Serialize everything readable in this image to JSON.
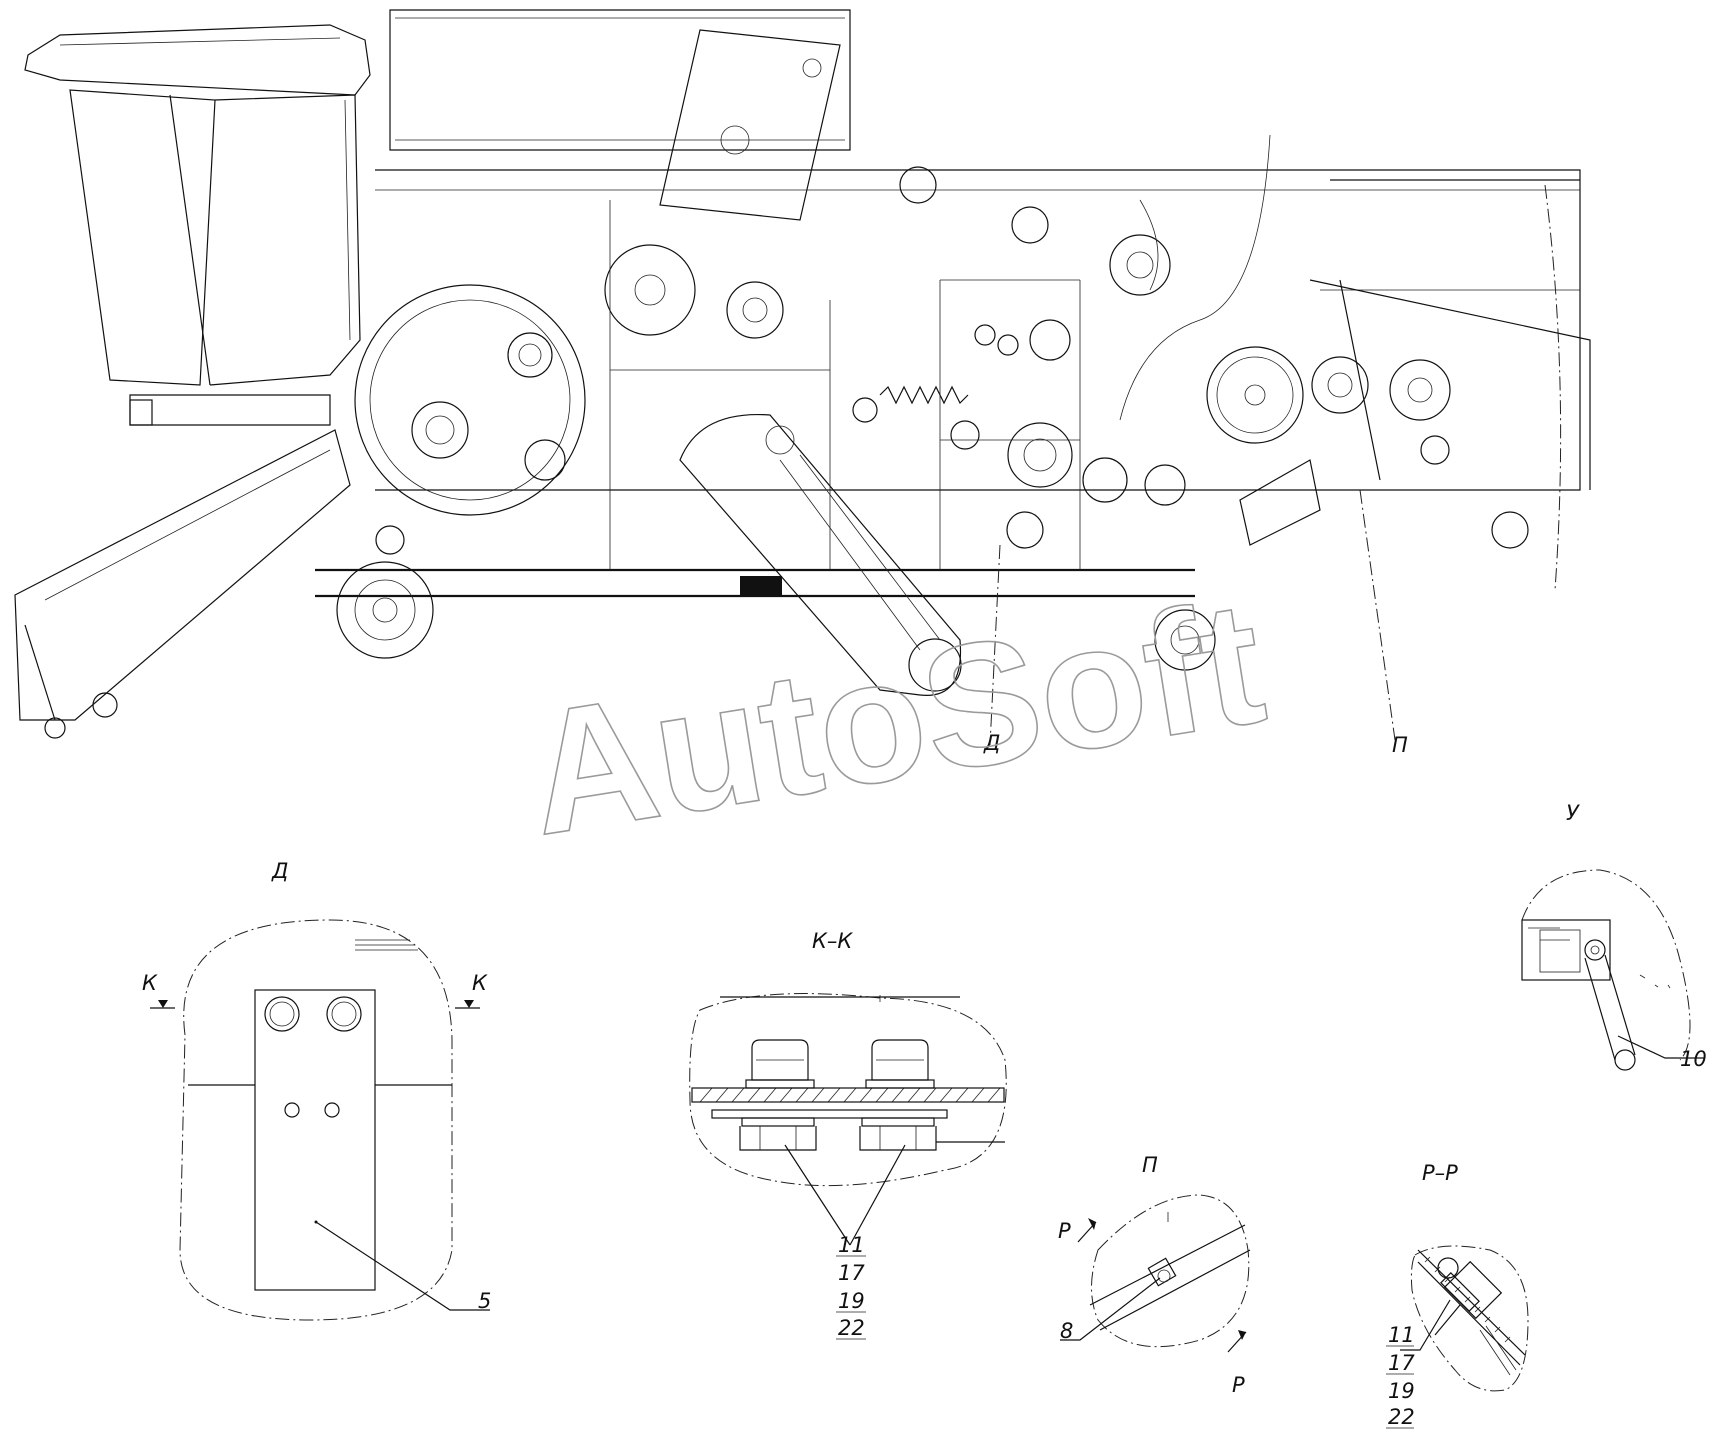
{
  "watermark": "AutoSoft",
  "views": {
    "d_view": {
      "title": "Д",
      "section_mark_left": "К",
      "section_mark_right": "К",
      "callout_part": "5"
    },
    "kk_section": {
      "title": "К–К",
      "callouts": [
        "11",
        "17",
        "19",
        "22"
      ]
    },
    "p_view": {
      "title": "П",
      "section_mark_top": "Р",
      "section_mark_bottom": "Р",
      "callout_part": "8"
    },
    "rr_section": {
      "title": "Р–Р",
      "callouts": [
        "11",
        "17",
        "19",
        "22"
      ]
    },
    "u_view": {
      "title": "У",
      "callout_part": "10"
    }
  },
  "main_drawing": {
    "leader_d_label": "Д",
    "leader_p_label": "П"
  }
}
